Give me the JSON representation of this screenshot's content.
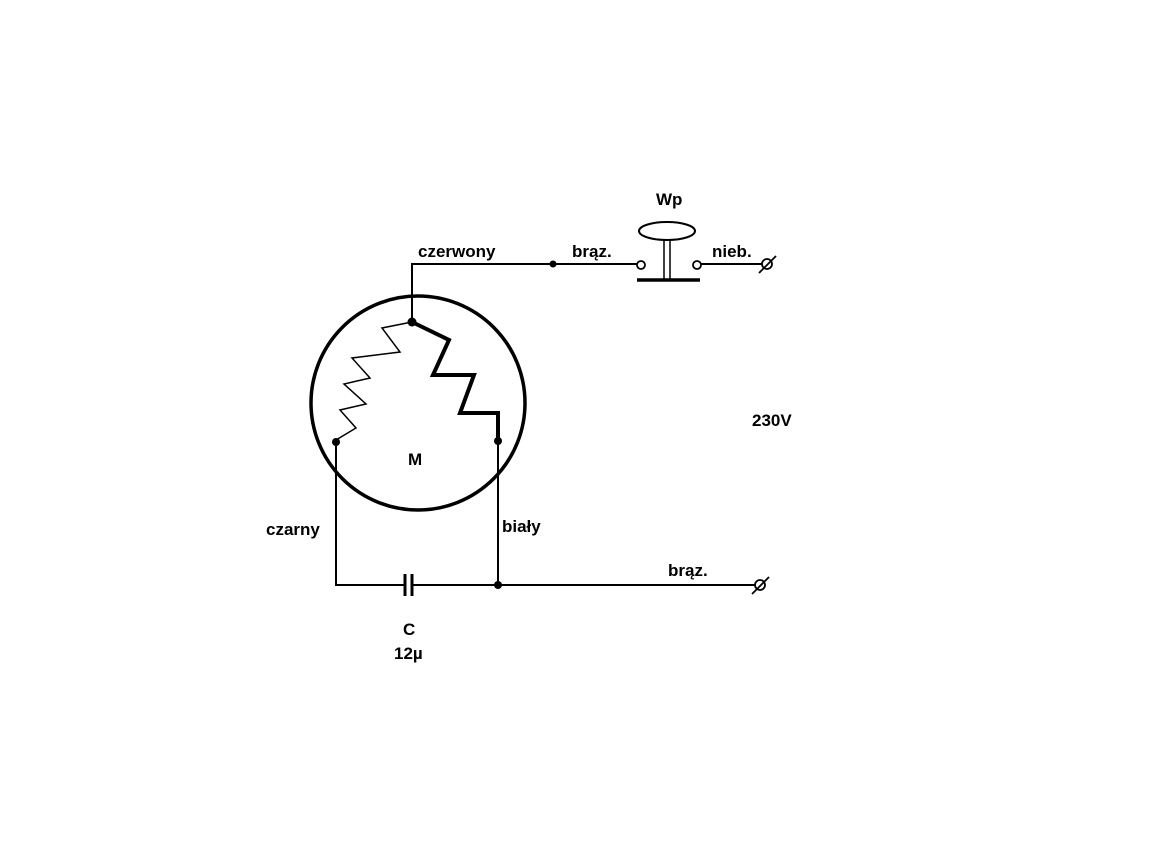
{
  "diagram": {
    "labels": {
      "switch": "Wp",
      "red_wire": "czerwony",
      "brown_wire_top": "brąz.",
      "blue_wire": "nieb.",
      "voltage": "230V",
      "motor": "M",
      "black_wire": "czarny",
      "white_wire": "biały",
      "brown_wire_bottom": "brąz.",
      "capacitor": "C",
      "capacitance": "12µ"
    }
  }
}
